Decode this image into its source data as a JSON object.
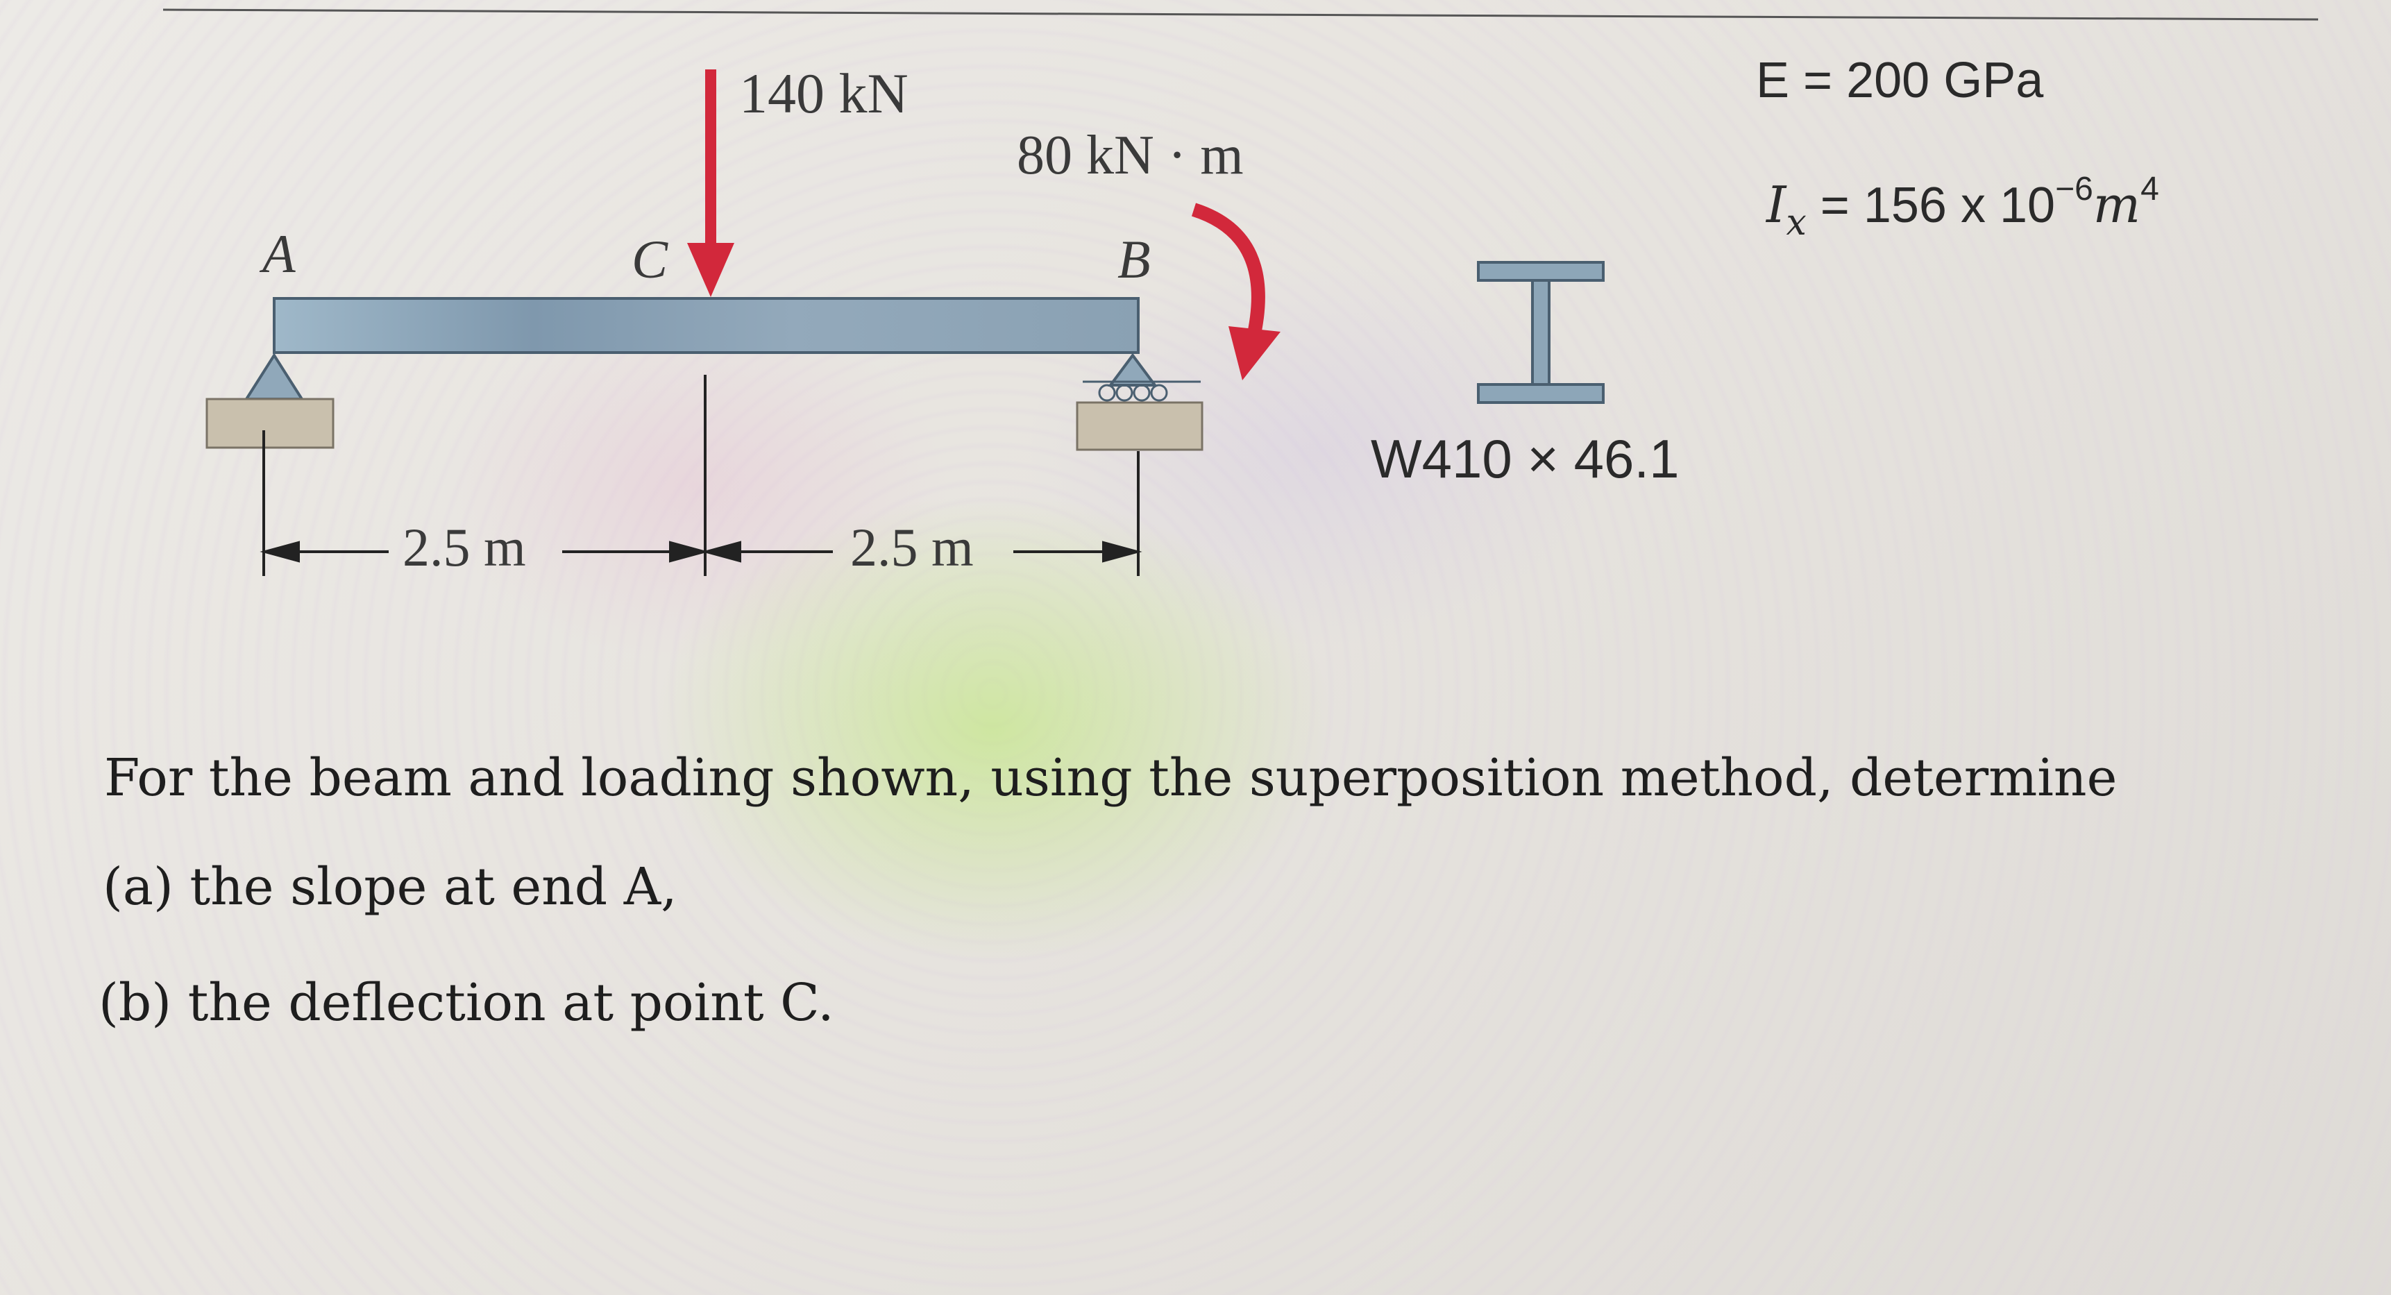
{
  "diagram": {
    "point_a": "A",
    "point_c": "C",
    "point_b": "B",
    "load_label": "140 kN",
    "moment_label": "80 kN · m",
    "dim_left": "2.5 m",
    "dim_right": "2.5 m",
    "section_label": "W410 × 46.1",
    "modulus": "E = 200 GPa",
    "inertia_symbol": "I",
    "inertia_subscript": "x",
    "inertia_value": " = 156 x 10",
    "inertia_exp": "−6",
    "inertia_unit": "m",
    "inertia_unit_exp": "4"
  },
  "question": {
    "intro": "For the beam and loading shown, using the superposition method, determine",
    "part_a": "(a) the slope at end A,",
    "part_b": "(b) the deflection at point C."
  },
  "colors": {
    "beam": "#8da6b8",
    "load_arrow": "#d2283b",
    "support": "#c9c0ad"
  }
}
